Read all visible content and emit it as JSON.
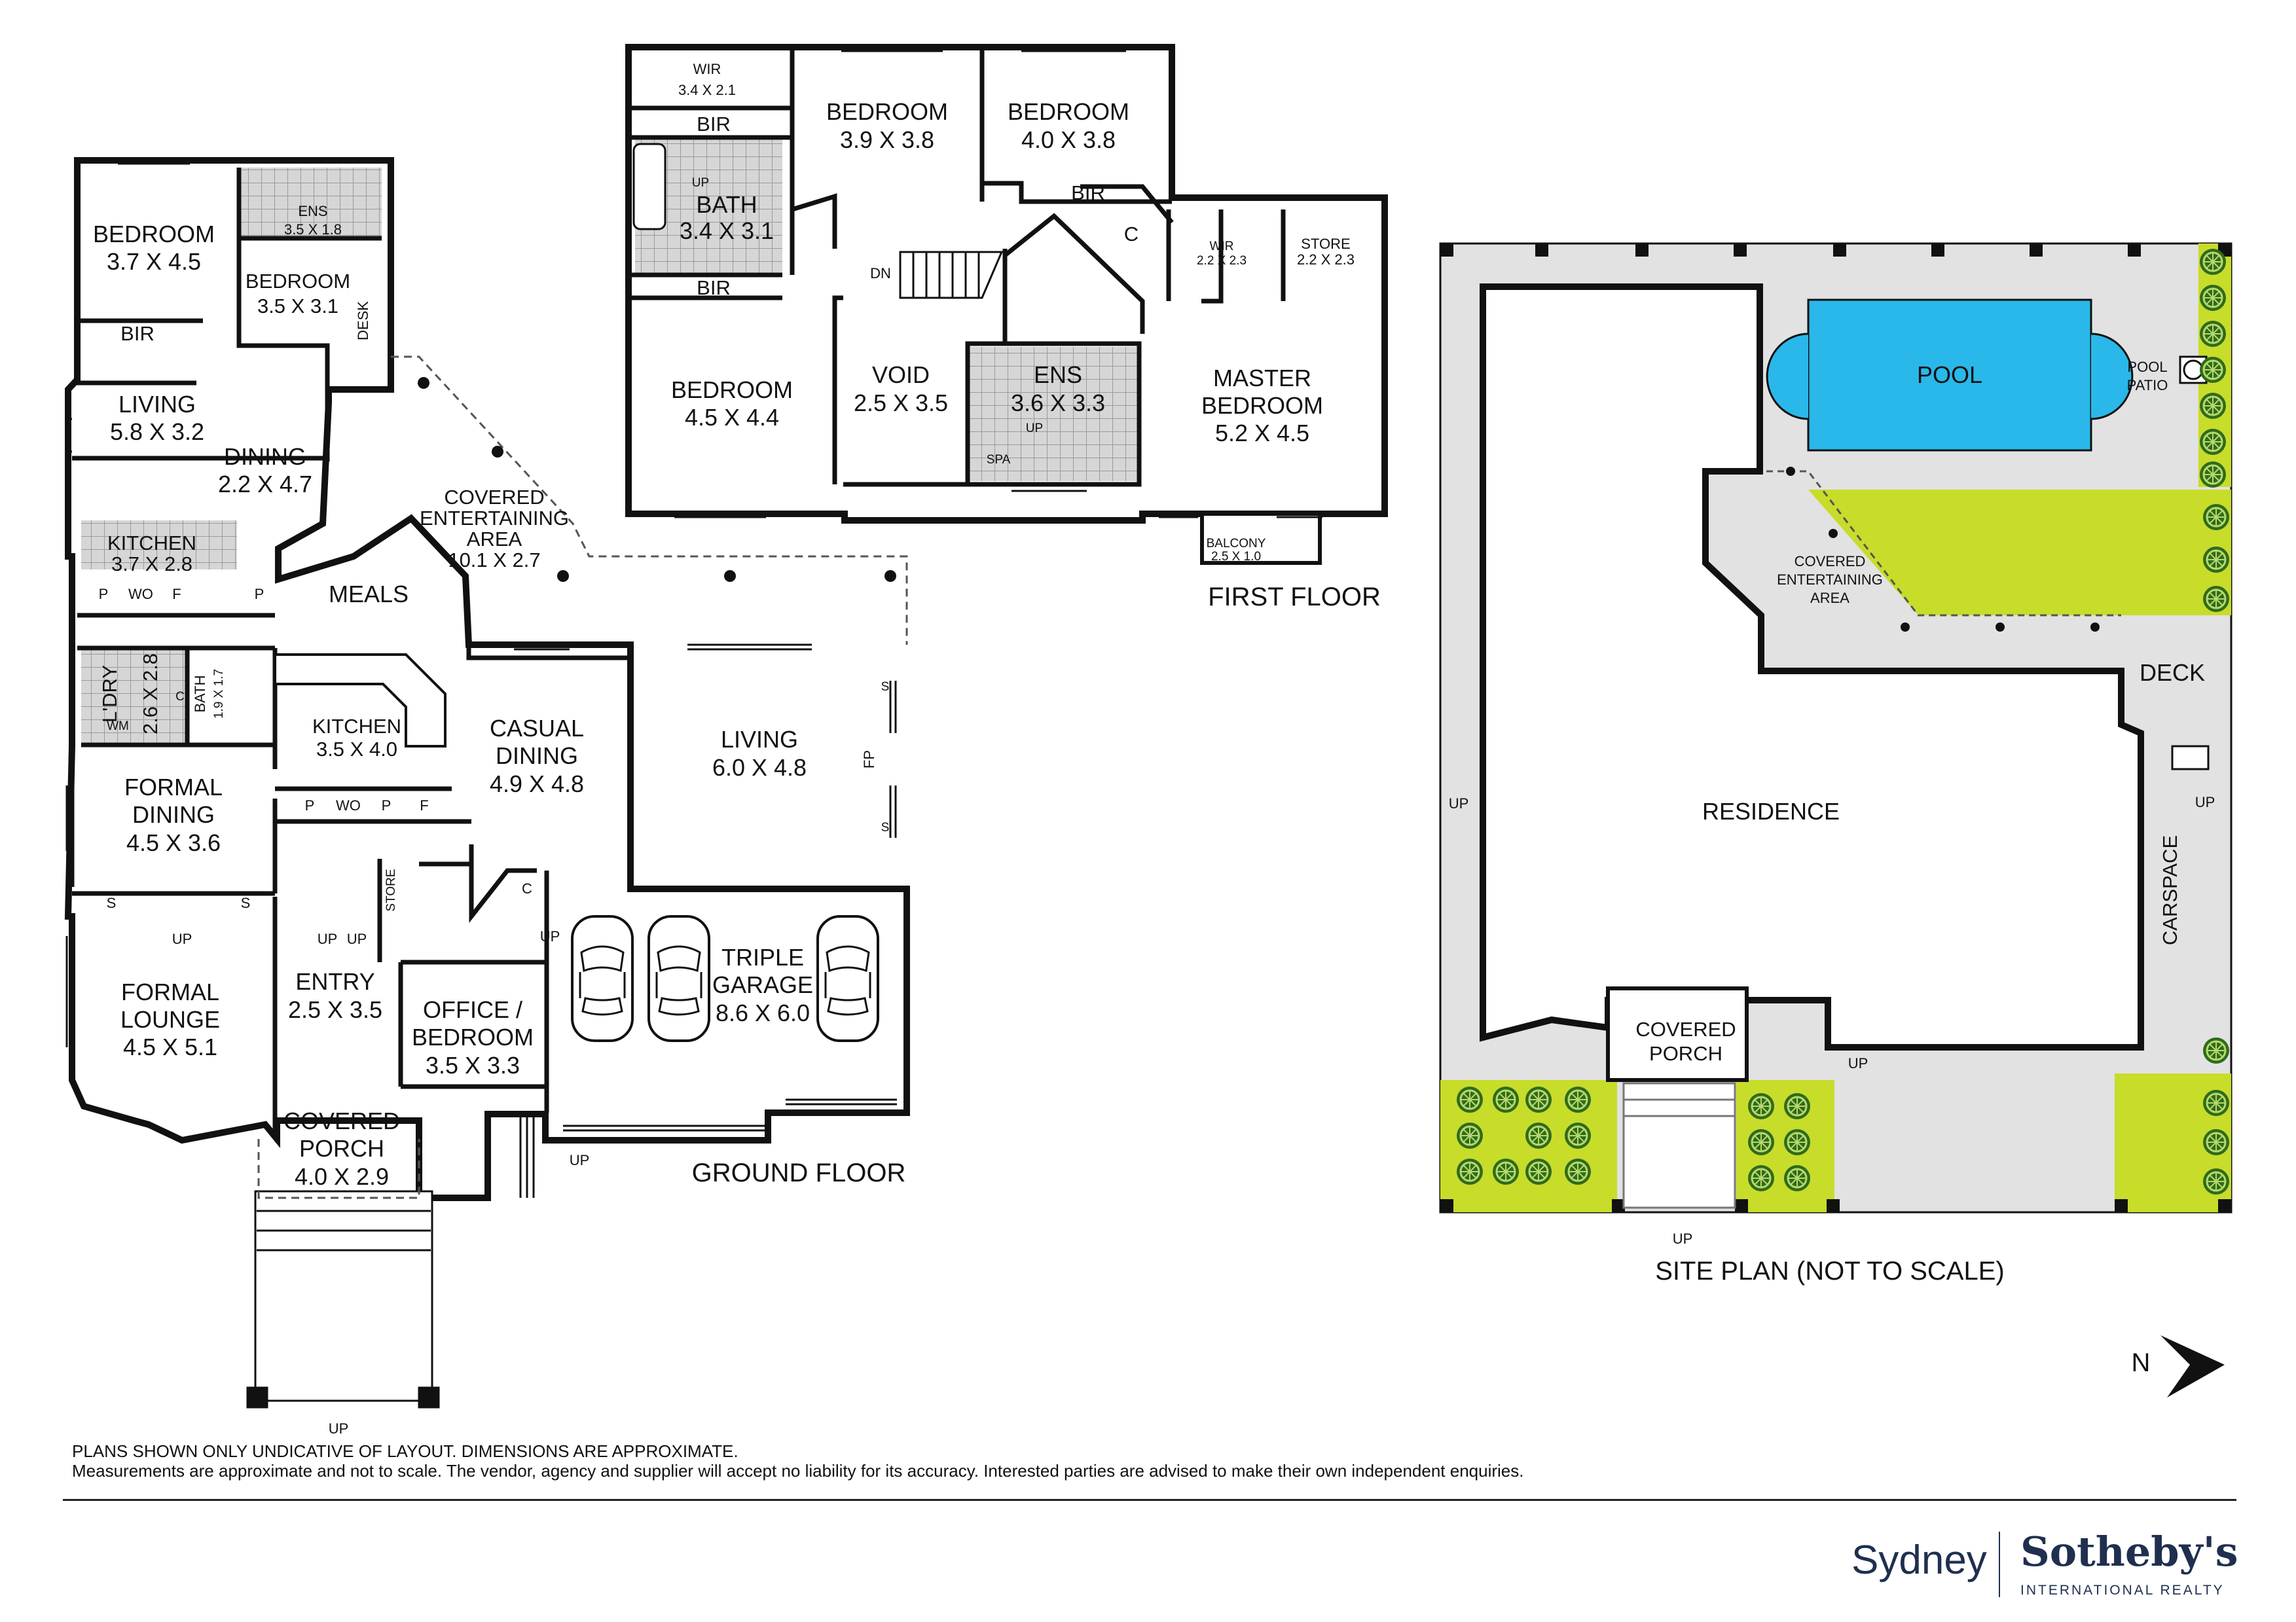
{
  "colors": {
    "wall": "#111111",
    "tile": "#d6d6d6",
    "paving": "#e2e2e2",
    "lawn": "#c8dc2a",
    "pool": "#29b8e9",
    "brand": "#1f2f4f"
  },
  "ground_floor": {
    "title": "GROUND FLOOR",
    "rooms": [
      {
        "name": "BEDROOM",
        "size": "3.7 X 4.5"
      },
      {
        "name": "ENS",
        "size": "3.5 X 1.8"
      },
      {
        "name": "BEDROOM",
        "size": "3.5 X 3.1"
      },
      {
        "name": "LIVING",
        "size": "5.8 X 3.2"
      },
      {
        "name": "DINING",
        "size": "2.2 X 4.7"
      },
      {
        "name": "KITCHEN",
        "size": "3.7 X 2.8"
      },
      {
        "name": "MEALS",
        "size": ""
      },
      {
        "name": "COVERED ENTERTAINING AREA",
        "size": "10.1 X 2.7"
      },
      {
        "name": "L'DRY",
        "size": "2.6 X 2.8"
      },
      {
        "name": "BATH",
        "size": "1.9 X 1.7"
      },
      {
        "name": "KITCHEN",
        "size": "3.5 X 4.0"
      },
      {
        "name": "CASUAL DINING",
        "size": "4.9 X 4.8"
      },
      {
        "name": "LIVING",
        "size": "6.0 X 4.8"
      },
      {
        "name": "FORMAL DINING",
        "size": "4.5 X 3.6"
      },
      {
        "name": "FORMAL LOUNGE",
        "size": "4.5 X 5.1"
      },
      {
        "name": "ENTRY",
        "size": "2.5 X 3.5"
      },
      {
        "name": "OFFICE / BEDROOM",
        "size": "3.5 X 3.3"
      },
      {
        "name": "TRIPLE GARAGE",
        "size": "8.6 X 6.0"
      },
      {
        "name": "COVERED PORCH",
        "size": "4.0 X 2.9"
      }
    ],
    "small_labels": {
      "bir": "BIR",
      "desk": "DESK",
      "p": "P",
      "wo": "WO",
      "f": "F",
      "c": "C",
      "wm": "WM",
      "store": "STORE",
      "s": "S",
      "fp": "FP",
      "up": "UP"
    }
  },
  "first_floor": {
    "title": "FIRST FLOOR",
    "rooms": [
      {
        "name": "WIR",
        "size": "3.4 X 2.1"
      },
      {
        "name": "BEDROOM",
        "size": "3.9 X 3.8"
      },
      {
        "name": "BEDROOM",
        "size": "4.0 X 3.8"
      },
      {
        "name": "BATH",
        "size": "3.4 X 3.1"
      },
      {
        "name": "BEDROOM",
        "size": "4.5 X 4.4"
      },
      {
        "name": "VOID",
        "size": "2.5 X 3.5"
      },
      {
        "name": "ENS",
        "size": "3.6 X 3.3"
      },
      {
        "name": "WIR",
        "size": "2.2 X 2.3"
      },
      {
        "name": "STORE",
        "size": "2.2 X 2.3"
      },
      {
        "name": "MASTER BEDROOM",
        "size": "5.2 X 4.5"
      },
      {
        "name": "BALCONY",
        "size": "2.5 X 1.0"
      }
    ],
    "small_labels": {
      "bir": "BIR",
      "dn": "DN",
      "up": "UP",
      "c": "C",
      "spa": "SPA"
    }
  },
  "site_plan": {
    "title": "SITE PLAN (NOT TO SCALE)",
    "labels": {
      "pool": "POOL",
      "pool_patio": "POOL PATIO",
      "covered_entertaining": "COVERED ENTERTAINING AREA",
      "deck": "DECK",
      "residence": "RESIDENCE",
      "carspace": "CARSPACE",
      "covered_porch": "COVERED PORCH",
      "up": "UP"
    }
  },
  "north_label": "N",
  "disclaimer": {
    "line1": "PLANS SHOWN ONLY UNDICATIVE OF LAYOUT. DIMENSIONS ARE APPROXIMATE.",
    "line2": "Measurements are approximate and not to scale. The vendor, agency and supplier will accept no liability for its accuracy. Interested parties are advised to make their own independent enquiries."
  },
  "branding": {
    "city": "Sydney",
    "brand": "Sotheby's",
    "sub": "INTERNATIONAL REALTY"
  }
}
